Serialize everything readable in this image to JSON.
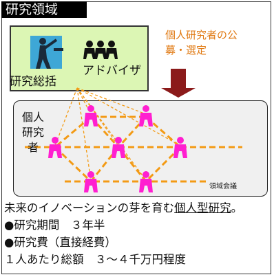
{
  "title": "研究領域",
  "field_box": {
    "director_label": "研究総括",
    "advisor_label": "アドバイザ"
  },
  "selection_note": "個人研究者の公\n募・選定",
  "network": {
    "researcher_label": "個人\n研究\n者",
    "meeting_label": "領域会議"
  },
  "info": {
    "line1_prefix": "未来のイノベーションの芽を育む",
    "line1_underlined": "個人型研究",
    "line1_suffix": "。",
    "line2": "●研究期間　３年半",
    "line3": "●研究費（直接経費）",
    "line4": "１人あたり総額　３～４千万円程度"
  },
  "colors": {
    "title_bg": "#000000",
    "field_bg": "#dcf6b4",
    "note_text": "#e07810",
    "arrow": "#8b1a1a",
    "researcher": "#ff1fd0",
    "dashed_lines": "#f39a14",
    "network_bg": "#f0f0f0"
  },
  "icons": {
    "director": "director-figure-icon",
    "advisors": "advisor-group-icon",
    "arrow": "down-arrow-icon",
    "researcher": "person-icon"
  }
}
